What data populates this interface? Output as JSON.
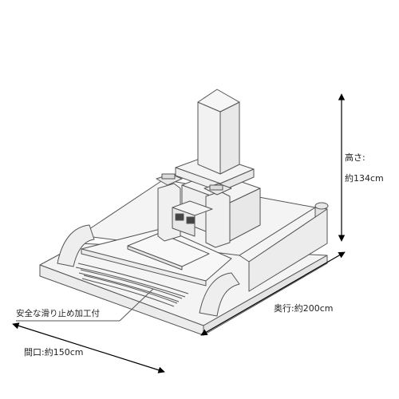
{
  "dimensions": {
    "height_title": "高さ:",
    "height_value": "約134cm",
    "depth": "奥行:約200cm",
    "width": "間口:約150cm"
  },
  "annotations": {
    "anti_slip": "安全な滑り止め加工付"
  },
  "colors": {
    "fill": "#f4f4f4",
    "fill_dark": "#e4e4e4",
    "stroke": "#555555",
    "arrow": "#000000"
  }
}
